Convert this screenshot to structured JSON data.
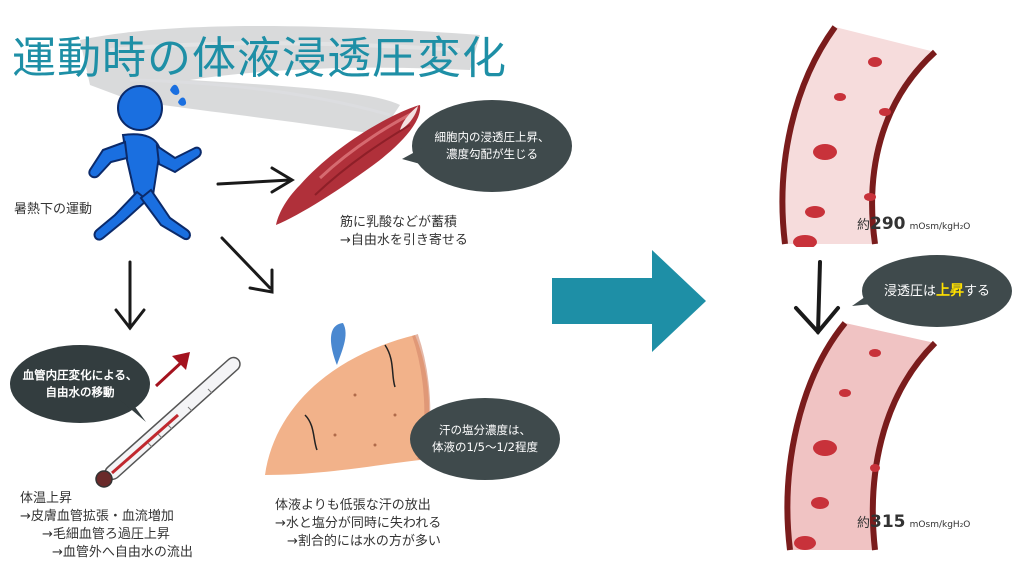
{
  "title": "運動時の体液浸透圧変化",
  "runner": {
    "caption": "暑熱下の運動"
  },
  "muscle": {
    "caption_lines": [
      "筋に乳酸などが蓄積",
      "→自由水を引き寄せる"
    ],
    "bubble_lines": [
      "細胞内の浸透圧上昇、",
      "濃度勾配が生じる"
    ]
  },
  "thermometer": {
    "bubble_lines": [
      "血管内圧変化による、",
      "自由水の移動"
    ],
    "caption_lines": [
      "体温上昇",
      "→皮膚血管拡張・血流増加",
      "→毛細血管ろ過圧上昇",
      "→血管外へ自由水の流出"
    ]
  },
  "skin": {
    "bubble_lines": [
      "汗の塩分濃度は、",
      "体液の1/5〜1/2程度"
    ],
    "caption_lines": [
      "体液よりも低張な汗の放出",
      "→水と塩分が同時に失われる",
      "→割合的には水の方が多い"
    ]
  },
  "vessel_top": {
    "prefix": "約",
    "value": "290",
    "unit": "mOsm/kgH₂O"
  },
  "vessel_bottom": {
    "prefix": "約",
    "value": "315",
    "unit": "mOsm/kgH₂O"
  },
  "right_bubble": {
    "before": "浸透圧は",
    "highlight": "上昇",
    "after": "する"
  },
  "colors": {
    "title": "#1e8fa6",
    "arrow_big": "#1e8fa6",
    "runner": "#1a6fe0",
    "bubble": "#3f4a4c",
    "highlight": "#ffe000",
    "vessel_wall": "#7a1c1c",
    "blood_cell": "#c8323a"
  },
  "icons": [
    "running-person-icon",
    "muscle-icon",
    "thermometer-icon",
    "sweat-drop-icon",
    "skin-icon",
    "blood-vessel-icon"
  ]
}
